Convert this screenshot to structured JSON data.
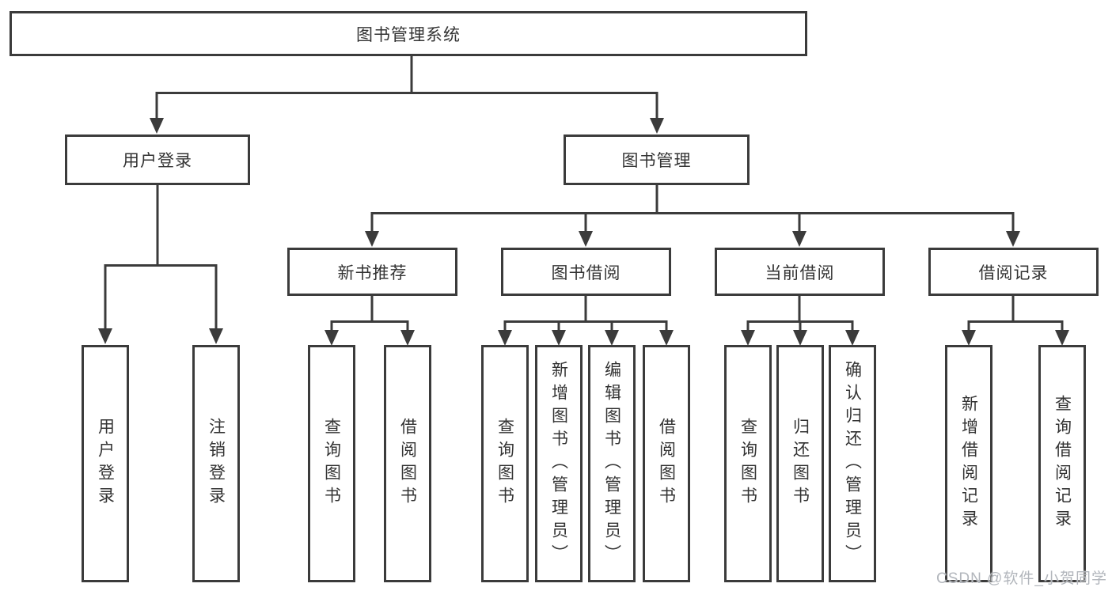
{
  "tree": {
    "root": {
      "label": "图书管理系统"
    },
    "level2": [
      {
        "label": "用户登录"
      },
      {
        "label": "图书管理"
      }
    ],
    "level3": [
      {
        "label": "新书推荐"
      },
      {
        "label": "图书借阅"
      },
      {
        "label": "当前借阅"
      },
      {
        "label": "借阅记录"
      }
    ],
    "groups": [
      {
        "parent": "用户登录",
        "leaves": [
          "用户登录",
          "注销登录"
        ]
      },
      {
        "parent": "新书推荐",
        "leaves": [
          "查询图书",
          "借阅图书"
        ]
      },
      {
        "parent": "图书借阅",
        "leaves": [
          "查询图书",
          "新增图书（管理员）",
          "编辑图书（管理员）",
          "借阅图书"
        ]
      },
      {
        "parent": "当前借阅",
        "leaves": [
          "查询图书",
          "归还图书",
          "确认归还（管理员）"
        ]
      },
      {
        "parent": "借阅记录",
        "leaves": [
          "新增借阅记录",
          "查询借阅记录"
        ]
      }
    ]
  },
  "watermark": {
    "text": "CSDN @软件_小贺同学"
  },
  "colors": {
    "line": "#3b3b3b",
    "text": "#333333",
    "watermark": "#b2b6bc",
    "background": "#ffffff"
  }
}
